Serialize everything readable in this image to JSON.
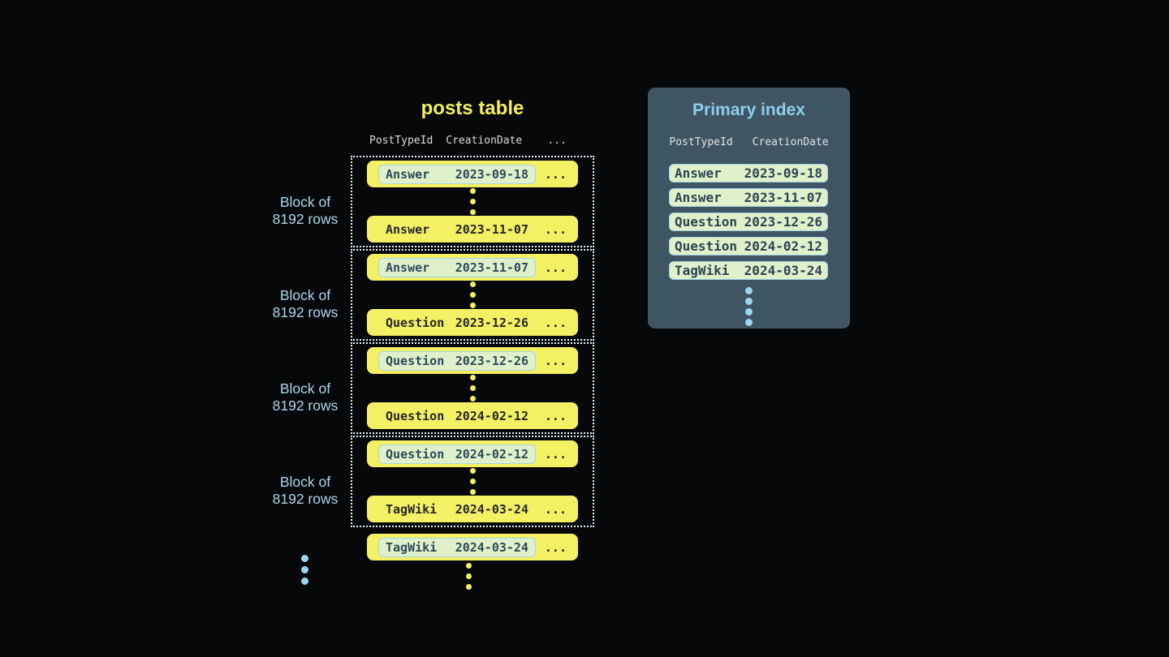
{
  "posts_table": {
    "title": "posts table",
    "headers": {
      "col1": "PostTypeId",
      "col2": "CreationDate",
      "more": "..."
    },
    "block_label_line1": "Block of",
    "block_label_line2": "8192 rows",
    "row_more": "...",
    "blocks": [
      {
        "first": {
          "type": "Answer",
          "date": "2023-09-18"
        },
        "last": {
          "type": "Answer",
          "date": "2023-11-07"
        }
      },
      {
        "first": {
          "type": "Answer",
          "date": "2023-11-07"
        },
        "last": {
          "type": "Question",
          "date": "2023-12-26"
        }
      },
      {
        "first": {
          "type": "Question",
          "date": "2023-12-26"
        },
        "last": {
          "type": "Question",
          "date": "2024-02-12"
        }
      },
      {
        "first": {
          "type": "Question",
          "date": "2024-02-12"
        },
        "last": {
          "type": "TagWiki",
          "date": "2024-03-24"
        }
      }
    ],
    "overflow_row": {
      "type": "TagWiki",
      "date": "2024-03-24"
    }
  },
  "primary_index": {
    "title": "Primary index",
    "headers": {
      "col1": "PostTypeId",
      "col2": "CreationDate"
    },
    "rows": [
      {
        "type": "Answer",
        "date": "2023-09-18"
      },
      {
        "type": "Answer",
        "date": "2023-11-07"
      },
      {
        "type": "Question",
        "date": "2023-12-26"
      },
      {
        "type": "Question",
        "date": "2024-02-12"
      },
      {
        "type": "TagWiki",
        "date": "2024-03-24"
      }
    ]
  },
  "colors": {
    "background": "#07080a",
    "row_yellow": "#f4f063",
    "row_text_dark": "#26272b",
    "highlight_mint": "#dff0ca",
    "highlight_border_blue": "#a5d5e6",
    "highlight_text": "#2e4a5a",
    "panel_slate": "#405563",
    "panel_title_blue": "#8bcfec",
    "label_light_blue": "#abd7e9",
    "dot_blue": "#9bd8f0",
    "dotted_border": "#e4f2f9",
    "header_gray": "#d9dbdc"
  }
}
